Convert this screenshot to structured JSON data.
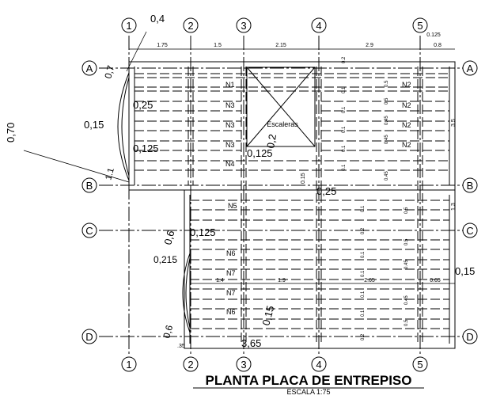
{
  "plan": {
    "title": "PLANTA PLACA DE ENTREPISO",
    "scale": "ESCALA 1:75",
    "axes_numbers": [
      "1",
      "2",
      "3",
      "4",
      "5"
    ],
    "axes_letters": [
      "A",
      "B",
      "C",
      "D"
    ],
    "top_dims": [
      "1.75",
      "1.5",
      "2.15",
      "2.9",
      "0.8"
    ],
    "top_extra": [
      "0,4",
      "0.125"
    ],
    "left_dims": [
      "0,70",
      "0,7",
      "0,15",
      "0,25",
      "0,125",
      "1.1",
      "0,6",
      "0,215",
      "0,6"
    ],
    "mid_dims": [
      "1.4",
      "1.9",
      "2.65",
      "0.65"
    ],
    "right_dims": [
      "3.5",
      "1.3",
      "0,15"
    ],
    "bottom_dims": [
      ".35",
      "3,65",
      "0,15"
    ],
    "center_dims": [
      "0,125",
      "0,2",
      "0,125",
      "0.15",
      "0,25"
    ],
    "stair_label": "Escaleras",
    "joists_left": [
      "N1",
      "N3",
      "N3",
      "N3",
      "N4",
      "N5",
      "N6",
      "N7",
      "N7",
      "N6"
    ],
    "joists_right": [
      "N2",
      "N2",
      "N2",
      "N2"
    ],
    "small_vals": [
      "0.1",
      "0.5",
      "0.45",
      "0.5",
      "0.2",
      "0.1",
      "0.45"
    ]
  }
}
